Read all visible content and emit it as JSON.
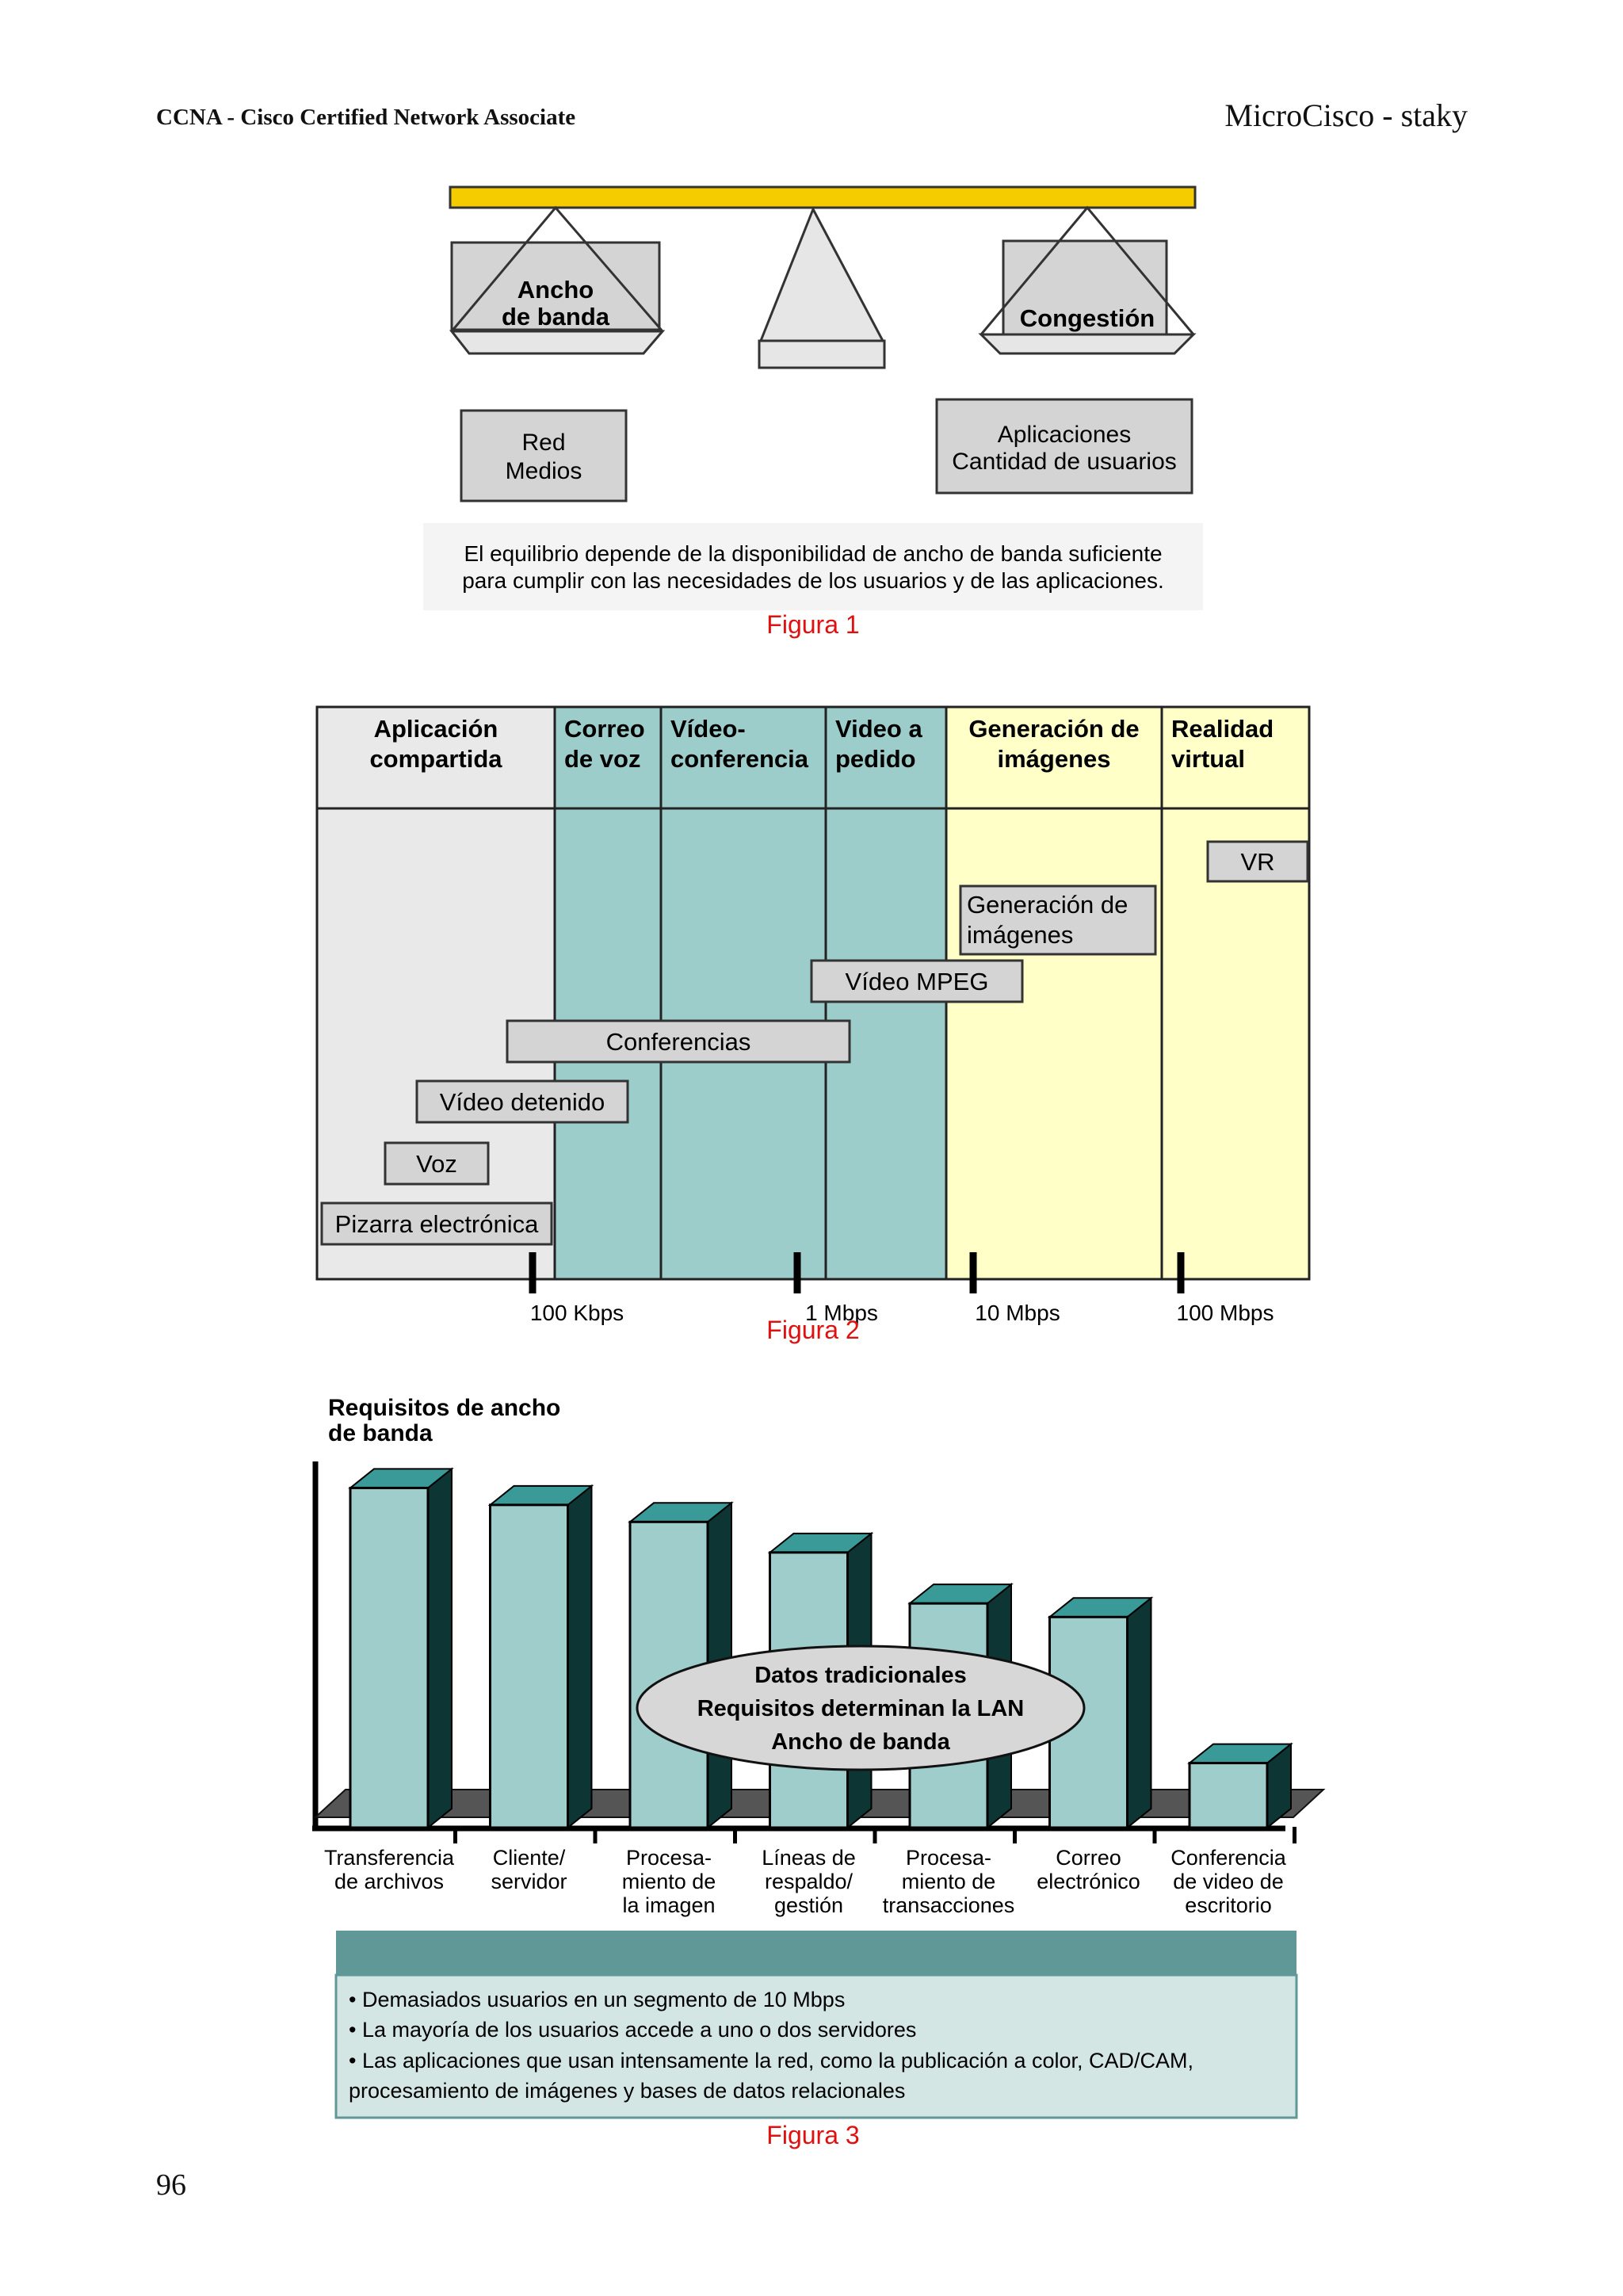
{
  "header": {
    "left": "CCNA - Cisco Certified Network Associate",
    "right": "MicroCisco - staky"
  },
  "figure1": {
    "left_weight": [
      "Ancho",
      "de banda"
    ],
    "right_weight": "Congestión",
    "left_box": [
      "Red",
      "Medios"
    ],
    "right_box": [
      "Aplicaciones",
      "Cantidad de usuarios"
    ],
    "note": [
      "El equilibrio depende de la disponibilidad de ancho de banda suficiente",
      "para cumplir con las necesidades de los usuarios y de las aplicaciones."
    ],
    "caption": "Figura 1",
    "colors": {
      "beam": "#f5cc00",
      "box": "#d4d4d4"
    }
  },
  "figure2": {
    "columns": [
      {
        "lines": [
          "Aplicación",
          "compartida"
        ],
        "color": "#e9e9e9"
      },
      {
        "lines": [
          "Correo",
          "de voz"
        ],
        "color": "#9dcdcb"
      },
      {
        "lines": [
          "Vídeo-",
          "conferencia"
        ],
        "color": "#9dcdcb"
      },
      {
        "lines": [
          "Video a",
          "pedido"
        ],
        "color": "#9dcdcb"
      },
      {
        "lines": [
          "Generación de",
          "imágenes"
        ],
        "color": "#ffffc8"
      },
      {
        "lines": [
          "Realidad",
          "virtual"
        ],
        "color": "#ffffc8"
      }
    ],
    "bars": [
      {
        "lines": [
          "VR"
        ]
      },
      {
        "lines": [
          "Generación de",
          "imágenes"
        ]
      },
      {
        "lines": [
          "Vídeo MPEG"
        ]
      },
      {
        "lines": [
          "Conferencias"
        ]
      },
      {
        "lines": [
          "Vídeo detenido"
        ]
      },
      {
        "lines": [
          "Voz"
        ]
      },
      {
        "lines": [
          "Pizarra electrónica"
        ]
      }
    ],
    "axis_ticks": [
      "100 Kbps",
      "1 Mbps",
      "10 Mbps",
      "100 Mbps"
    ],
    "caption": "Figura 2"
  },
  "chart_data": {
    "type": "bar",
    "title": "Requisitos de ancho de banda",
    "categories": [
      "Transferencia de archivos",
      "Cliente/ servidor",
      "Procesa- miento de la imagen",
      "Líneas de respaldo/ gestión",
      "Procesa- miento de transacciones",
      "Correo electrónico",
      "Conferencia de video de escritorio"
    ],
    "category_lines": [
      [
        "Transferencia",
        "de archivos"
      ],
      [
        "Cliente/",
        "servidor"
      ],
      [
        "Procesa-",
        "miento de",
        "la imagen"
      ],
      [
        "Líneas de",
        "respaldo/",
        "gestión"
      ],
      [
        "Procesa-",
        "miento de",
        "transacciones"
      ],
      [
        "Correo",
        "electrónico"
      ],
      [
        "Conferencia",
        "de video de",
        "escritorio"
      ]
    ],
    "values": [
      100,
      95,
      90,
      81,
      66,
      62,
      19
    ],
    "ylim": [
      0,
      105
    ],
    "annotation": [
      "Datos tradicionales",
      "Requisitos determinan la LAN",
      "Ancho de banda"
    ],
    "colors": {
      "front": "#9fcdcb",
      "top": "#3a9a98",
      "side": "#0d3533"
    }
  },
  "figure3": {
    "bullets": [
      "•  Demasiados usuarios en un segmento de 10 Mbps",
      "•  La mayoría de los usuarios accede a uno o dos servidores",
      "•  Las aplicaciones que usan intensamente la red, como la publicación a color, CAD/CAM,",
      "procesamiento de imágenes y bases de datos relacionales"
    ],
    "caption": "Figura 3",
    "colors": {
      "panel_header": "#5f9896",
      "panel_body": "#d3e6e3"
    }
  },
  "page_number": "96"
}
